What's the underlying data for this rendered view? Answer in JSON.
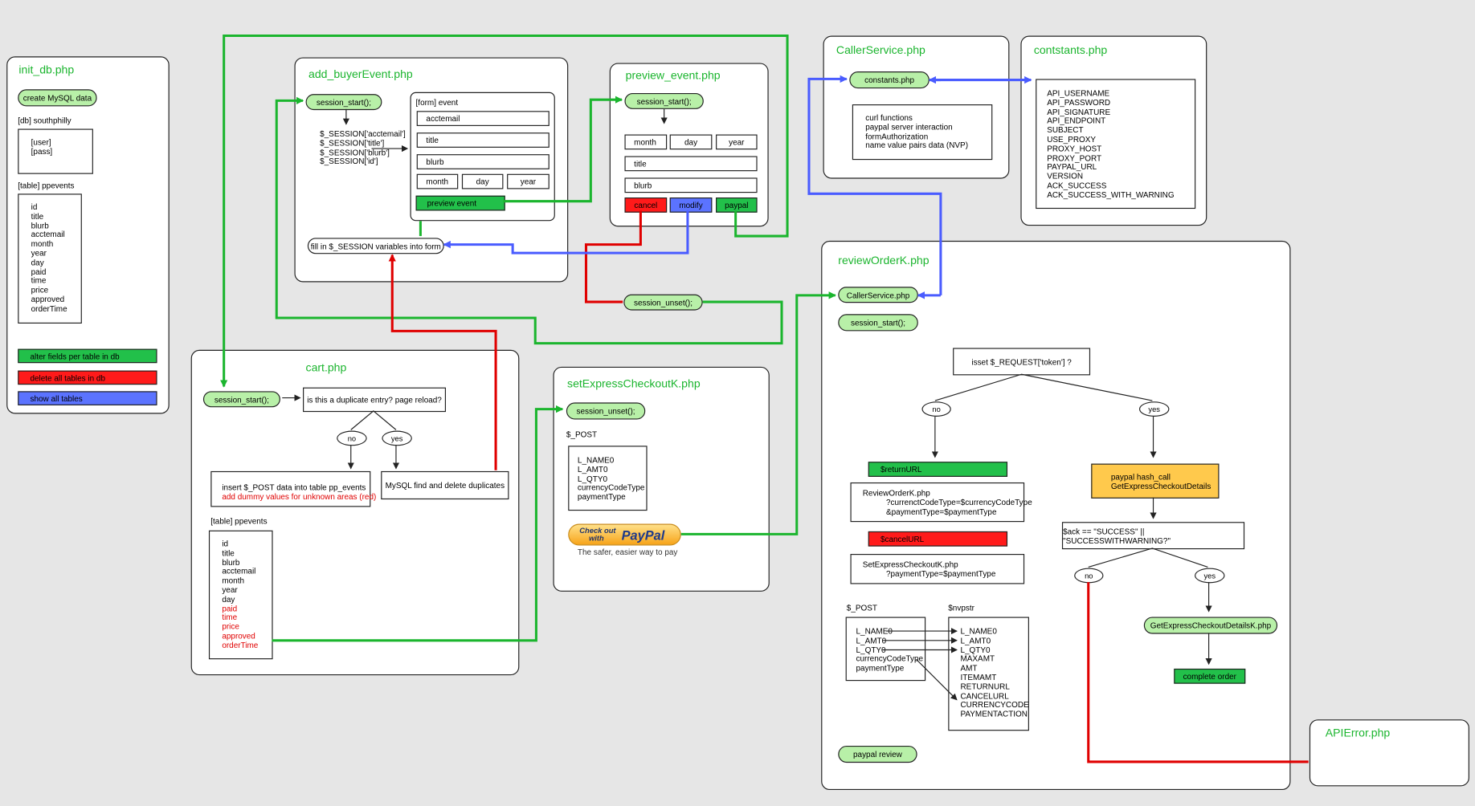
{
  "colors": {
    "green": "#1bb52e",
    "red": "#e00000",
    "blue": "#4a5cff",
    "pill": "#b8f0a8",
    "yellow": "#ffc94c"
  },
  "init_db": {
    "title": "init_db.php",
    "create_btn": "create MySQL data",
    "db_label": "[db] southphilly",
    "db_fields": [
      "[user]",
      "[pass]"
    ],
    "table_label": "[table] ppevents",
    "table_fields": [
      "id",
      "title",
      "blurb",
      "acctemail",
      "month",
      "year",
      "day",
      "paid",
      "time",
      "price",
      "approved",
      "orderTime"
    ],
    "alter_btn": "alter fields per table in db",
    "delete_btn": "delete all tables in db",
    "show_btn": "show all tables"
  },
  "add_buyer": {
    "title": "add_buyerEvent.php",
    "session_start": "session_start();",
    "session_vars": [
      "$_SESSION['acctemail']",
      "$_SESSION['title']",
      "$_SESSION['blurb']",
      "$_SESSION['id']"
    ],
    "form_label": "[form] event",
    "fields": {
      "acctemail": "acctemail",
      "title": "title",
      "blurb": "blurb",
      "month": "month",
      "day": "day",
      "year": "year"
    },
    "preview_btn": "preview event",
    "fill_in": "fill in $_SESSION variables into form"
  },
  "preview": {
    "title": "preview_event.php",
    "session_start": "session_start();",
    "fields": {
      "month": "month",
      "day": "day",
      "year": "year",
      "title": "title",
      "blurb": "blurb"
    },
    "cancel_btn": "cancel",
    "modify_btn": "modify",
    "paypal_btn": "paypal",
    "session_unset": "session_unset();"
  },
  "caller": {
    "title": "CallerService.php",
    "constants_pill": "constants.php",
    "notes": [
      "curl functions",
      "paypal server interaction",
      "formAuthorization",
      "name value pairs data (NVP)"
    ]
  },
  "constants": {
    "title": "contstants.php",
    "items": [
      "API_USERNAME",
      "API_PASSWORD",
      "API_SIGNATURE",
      "API_ENDPOINT",
      "SUBJECT",
      "USE_PROXY",
      "PROXY_HOST",
      "PROXY_PORT",
      "PAYPAL_URL",
      "VERSION",
      "ACK_SUCCESS",
      "ACK_SUCCESS_WITH_WARNING"
    ]
  },
  "cart": {
    "title": "cart.php",
    "session_start": "session_start();",
    "question": "is this a duplicate entry? page reload?",
    "no": "no",
    "yes": "yes",
    "insert_text": "insert $_POST data into table pp_events",
    "insert_red": "add dummy values for unknown areas (red)",
    "mysql_find": "MySQL find and delete duplicates",
    "table_label": "[table] ppevents",
    "fields_black": [
      "id",
      "title",
      "blurb",
      "acctemail",
      "month",
      "year",
      "day"
    ],
    "fields_red": [
      "paid",
      "time",
      "price",
      "approved",
      "orderTime"
    ]
  },
  "set_express": {
    "title": "setExpressCheckoutK.php",
    "session_unset": "session_unset();",
    "post_label": "$_POST",
    "post_items": [
      "L_NAME0",
      "L_AMT0",
      "L_QTY0",
      "currencyCodeType",
      "paymentType"
    ],
    "paypal_line1": "Check out",
    "paypal_line2": "with",
    "paypal_brand": "PayPal",
    "paypal_tagline": "The safer, easier way to pay"
  },
  "review": {
    "title": "reviewOrderK.php",
    "caller_pill": "CallerService.php",
    "session_start": "session_start();",
    "isset": "isset $_REQUEST['token'] ?",
    "no": "no",
    "yes": "yes",
    "return_url": "$returnURL",
    "review_lines": [
      "ReviewOrderK.php",
      "?currenctCodeType=$currencyCodeType",
      "&paymentType=$paymentType"
    ],
    "cancel_url": "$cancelURL",
    "set_lines": [
      "SetExpressCheckoutK.php",
      "?paymentType=$paymentType"
    ],
    "hash_lines": [
      "paypal hash_call",
      "GetExpressCheckoutDetails"
    ],
    "ack": "$ack == \"SUCCESS\" || \"SUCCESSWITHWARNING?\"",
    "no2": "no",
    "yes2": "yes",
    "get_details": "GetExpressCheckoutDetailsK.php",
    "complete": "complete order",
    "post_label": "$_POST",
    "post_items": [
      "L_NAME0",
      "L_AMT0",
      "L_QTY0",
      "currencyCodeType",
      "paymentType"
    ],
    "nvp_label": "$nvpstr",
    "nvp_items": [
      "L_NAME0",
      "L_AMT0",
      "L_QTY0",
      "MAXAMT",
      "AMT",
      "ITEMAMT",
      "RETURNURL",
      "CANCELURL",
      "CURRENCYCODE",
      "PAYMENTACTION"
    ],
    "paypal_review": "paypal review"
  },
  "api_error": {
    "title": "APIError.php"
  }
}
